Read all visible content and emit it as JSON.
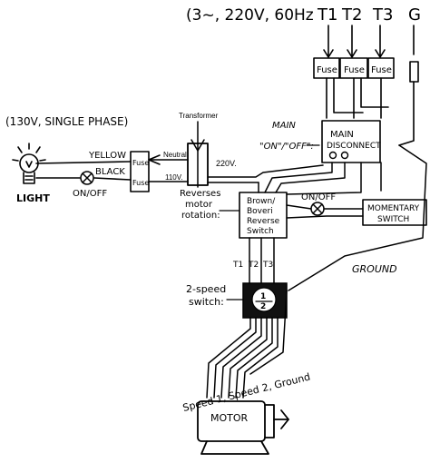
{
  "top_label": "(3~, 220V, 60Hz",
  "phases": [
    "T1",
    "T2",
    "T3",
    "G"
  ],
  "fuses": [
    "Fuse",
    "Fuse",
    "Fuse"
  ],
  "main_disconnect": [
    "MAIN",
    "DISCONNECT"
  ],
  "main_onoff": [
    "MAIN",
    "\"ON\"/\"OFF\":"
  ],
  "transformer": "Transformer",
  "neutral": "Neutral",
  "v220": "220V.",
  "v110": "110V.",
  "light_power": "(130V, SINGLE PHASE)",
  "yellow": "YELLOW",
  "black": "BLACK",
  "light": "LIGHT",
  "onoff_light": "ON/OFF",
  "light_fuses": [
    "Fuse",
    "Fuse"
  ],
  "reverses": [
    "Reverses",
    "motor",
    "rotation:"
  ],
  "reverse_switch": [
    "Brown/",
    "Boveri",
    "Reverse",
    "Switch"
  ],
  "onoff_mid": "ON/OFF",
  "momentary": [
    "MOMENTARY",
    "SWITCH"
  ],
  "ground": "GROUND",
  "t_labels": [
    "T1",
    "T2",
    "T3"
  ],
  "two_speed": [
    "2-speed",
    "switch:"
  ],
  "dial": [
    "1",
    "2"
  ],
  "speed_label": "Speed 1, Speed 2, Ground",
  "motor": "MOTOR"
}
